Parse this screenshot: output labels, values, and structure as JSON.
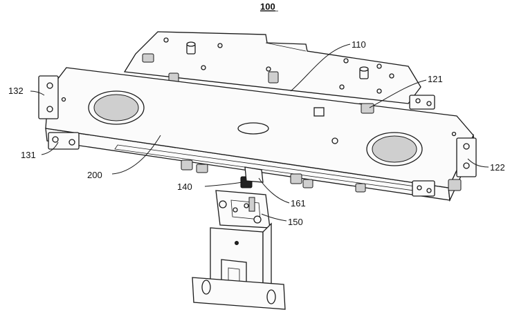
{
  "figure": {
    "reference": "100",
    "labels": {
      "l110": "110",
      "l121": "121",
      "l122": "122",
      "l131": "131",
      "l132": "132",
      "l140": "140",
      "l150": "150",
      "l161": "161",
      "l200": "200"
    }
  }
}
